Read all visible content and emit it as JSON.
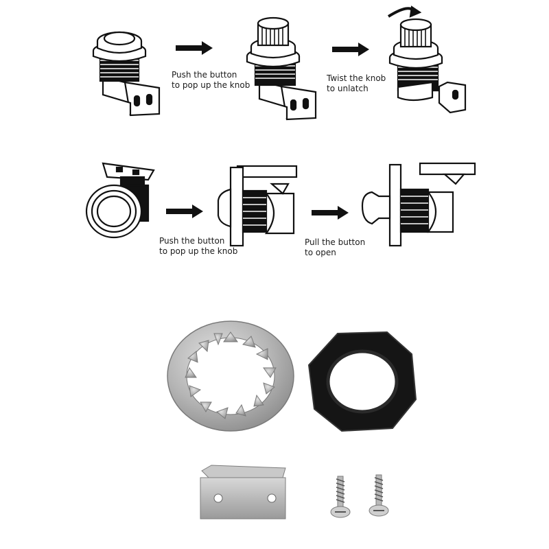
{
  "steps_row1": [
    {
      "line1": "Push the button",
      "line2": "to pop up the knob"
    },
    {
      "line1": "Twist the knob",
      "line2": "to unlatch"
    }
  ],
  "steps_row2": [
    {
      "line1": "Push the button",
      "line2": "to pop up the knob"
    },
    {
      "line1": "Pull the button",
      "line2": "to open"
    }
  ],
  "colors": {
    "ink": "#111111",
    "steel": "#b8b8b8",
    "steel_dark": "#8a8a8a",
    "nut": "#151515",
    "background": "#ffffff"
  },
  "icons": [
    "arrow-right-icon",
    "rotate-icon"
  ]
}
